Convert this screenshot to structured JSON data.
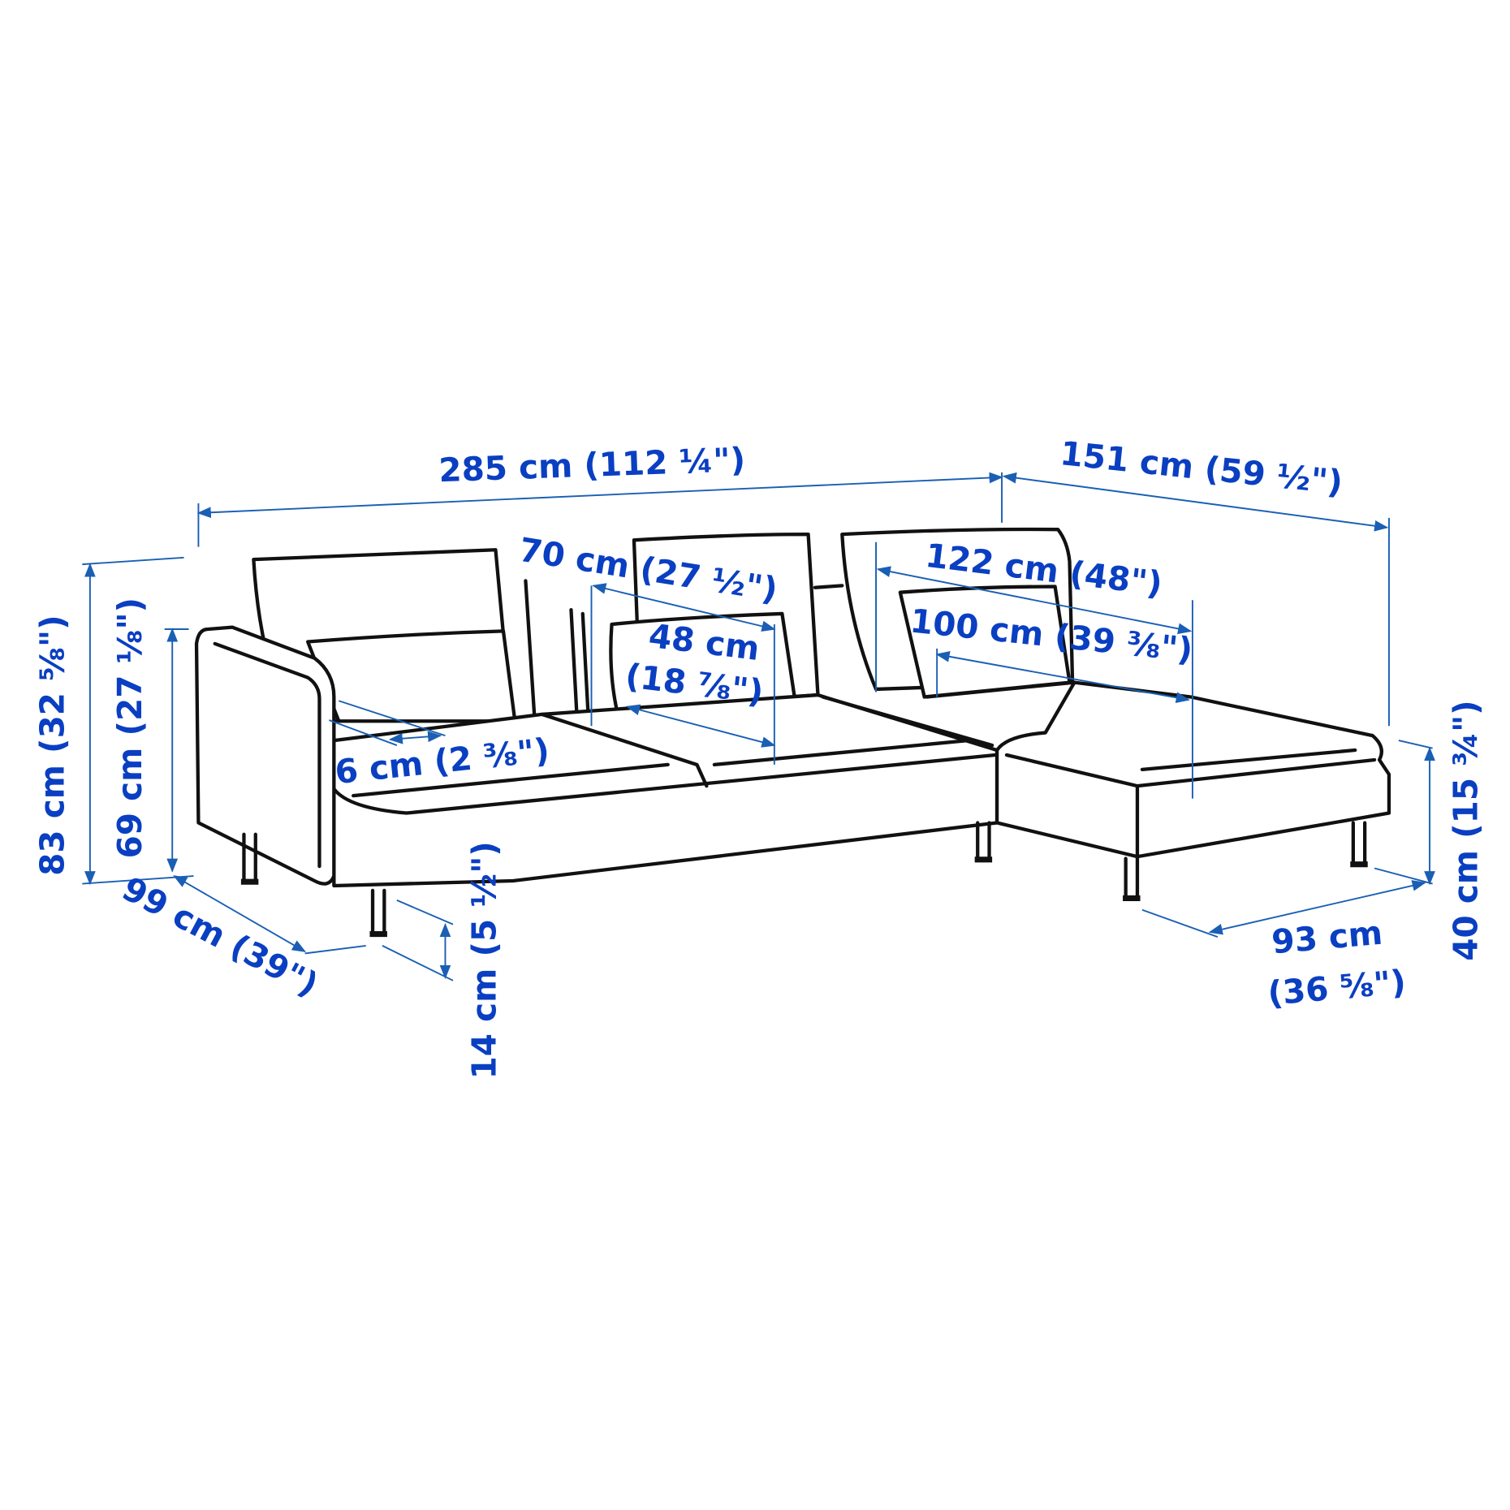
{
  "colors": {
    "dimension_text": "#0a3fc2",
    "dimension_line": "#1a5fb4",
    "drawing": "#111111"
  },
  "dimensions": {
    "total_width": "285 cm (112 ¼\")",
    "chaise_width": "151 cm (59 ½\")",
    "seat_module_width": "70 cm (27 ½\")",
    "seat_width_line1": "48 cm",
    "seat_width_line2": "(18 ⅞\")",
    "chaise_length": "122 cm (48\")",
    "chaise_seat_length": "100 cm (39 ⅜\")",
    "armrest_width": "6 cm (2 ⅜\")",
    "total_height": "83 cm (32 ⅝\")",
    "backrest_height": "69 cm (27 ⅛\")",
    "depth": "99 cm (39\")",
    "leg_height": "14 cm (5 ½\")",
    "chaise_depth_line1": "93 cm",
    "chaise_depth_line2": "(36 ⅝\")",
    "seat_height": "40 cm (15 ¾\")"
  }
}
